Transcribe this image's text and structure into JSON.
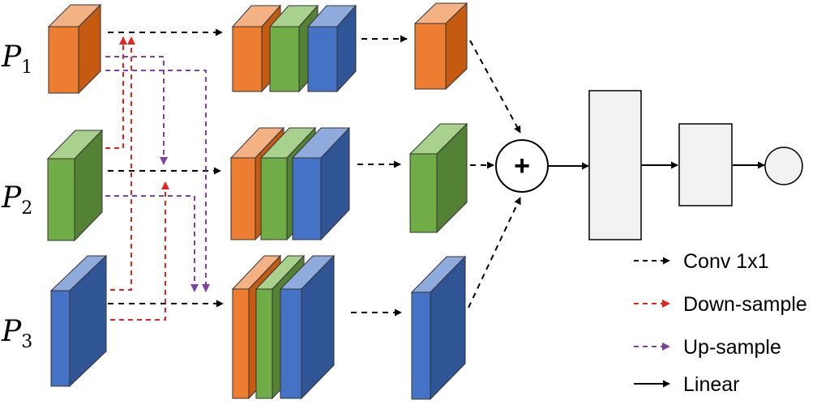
{
  "levels": [
    {
      "name": "P",
      "sub": "1"
    },
    {
      "name": "P",
      "sub": "2"
    },
    {
      "name": "P",
      "sub": "3"
    }
  ],
  "plus_symbol": "+",
  "legend": [
    {
      "label": "Conv 1x1",
      "style": "dashed",
      "color": "#000000"
    },
    {
      "label": "Down-sample",
      "style": "dashed",
      "color": "#e8211c"
    },
    {
      "label": "Up-sample",
      "style": "dashed",
      "color": "#7f3fa8"
    },
    {
      "label": "Linear",
      "style": "solid",
      "color": "#000000"
    }
  ],
  "colors": {
    "orange": "#ed7d31",
    "green": "#70ad47",
    "blue": "#4472c4",
    "linear_block": "#f2f2f2",
    "down_sample": "#e8211c",
    "up_sample": "#7f3fa8"
  }
}
